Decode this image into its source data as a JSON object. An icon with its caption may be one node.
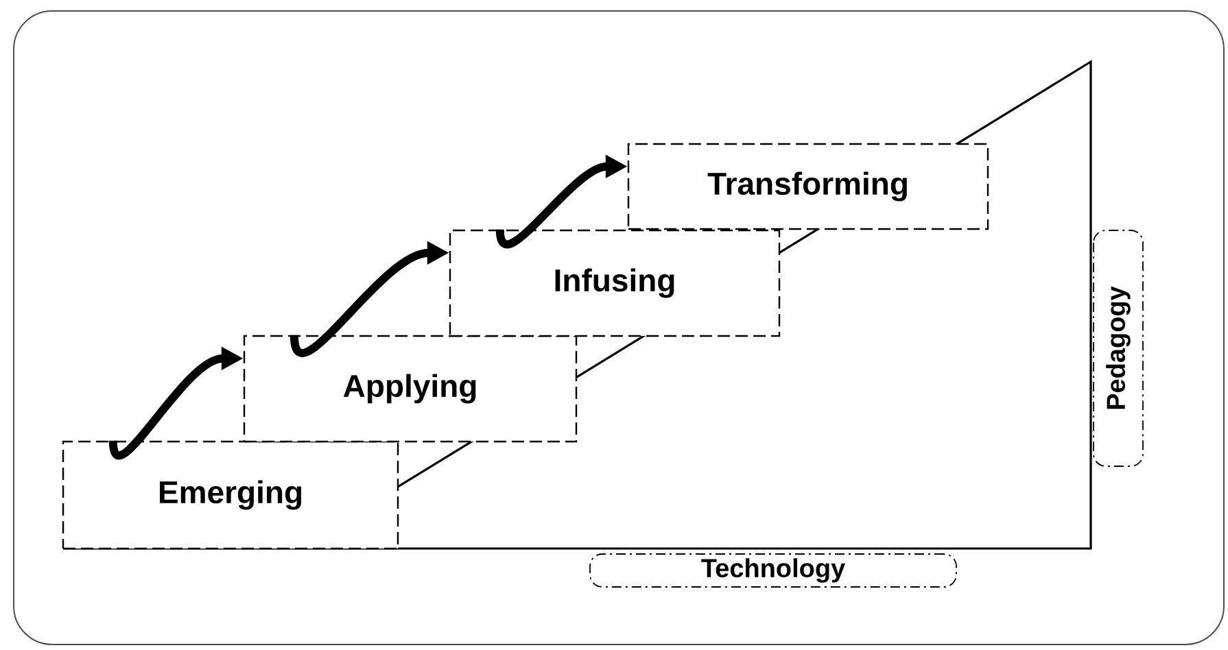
{
  "diagram": {
    "nodes": [
      {
        "text": [
          "Emerging"
        ]
      },
      {
        "text": [
          "Applying"
        ]
      },
      {
        "text": [
          "Infusing"
        ]
      },
      {
        "text": [
          "Transforming"
        ]
      },
      {
        "text": [
          "Technology"
        ]
      },
      {
        "text": [
          "Pedagogy"
        ]
      }
    ],
    "edges": [
      {
        "from": 0,
        "to": 1,
        "arrow": "to"
      },
      {
        "from": 1,
        "to": 2,
        "arrow": "to"
      },
      {
        "from": 2,
        "to": 3,
        "arrow": "to"
      }
    ]
  }
}
